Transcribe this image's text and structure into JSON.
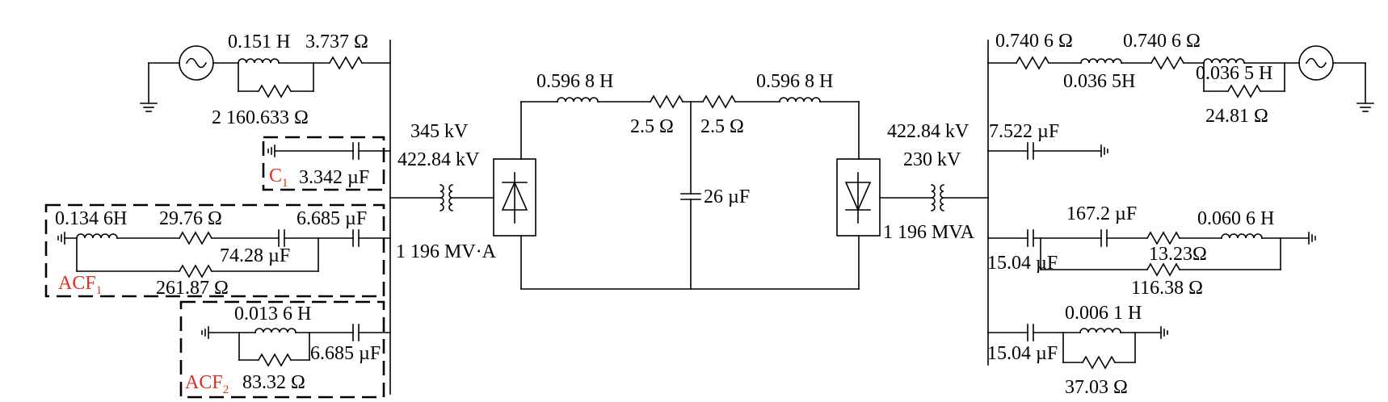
{
  "left_source": {
    "inductance": "0.151 H",
    "resistance": "3.737 Ω",
    "parallel_resistance": "2 160.633 Ω"
  },
  "c1_filter": {
    "name": "C",
    "name_sub": "1",
    "capacitance": "3.342 µF"
  },
  "acf1_filter": {
    "name": "ACF",
    "name_sub": "1",
    "inductance": "0.134 6H",
    "resistance": "29.76 Ω",
    "capacitance": "6.685 µF",
    "parallel_capacitance": "74.28 µF",
    "parallel_resistance": "261.87 Ω"
  },
  "acf2_filter": {
    "name": "ACF",
    "name_sub": "2",
    "inductance": "0.013 6 H",
    "capacitance": "6.685 µF",
    "resistance": "83.32 Ω"
  },
  "left_transformer": {
    "voltage_primary": "345 kV",
    "voltage_secondary": "422.84 kV",
    "rating": "1 196 MV·A"
  },
  "dc_line": {
    "left_inductance": "0.596 8 H",
    "left_resistance": "2.5 Ω",
    "right_resistance": "2.5 Ω",
    "right_inductance": "0.596 8 H",
    "mid_capacitance": "26 µF"
  },
  "right_transformer": {
    "voltage_primary": "422.84 kV",
    "voltage_secondary": "230 kV",
    "rating": "1 196 MVA"
  },
  "right_source": {
    "resistance_1": "0.740 6 Ω",
    "resistance_2": "0.740 6 Ω",
    "inductance_1": "0.036 5H",
    "inductance_2": "0.036 5 H",
    "parallel_resistance": "24.81 Ω"
  },
  "right_cap": {
    "capacitance": "7.522 µF"
  },
  "right_filter_1": {
    "series_capacitance": "167.2 µF",
    "inductance": "0.060 6 H",
    "capacitance": "15.04 µF",
    "resistance": "13.23Ω",
    "parallel_resistance": "116.38 Ω"
  },
  "right_filter_2": {
    "capacitance": "15.04 µF",
    "inductance": "0.006 1 H",
    "resistance": "37.03 Ω"
  }
}
